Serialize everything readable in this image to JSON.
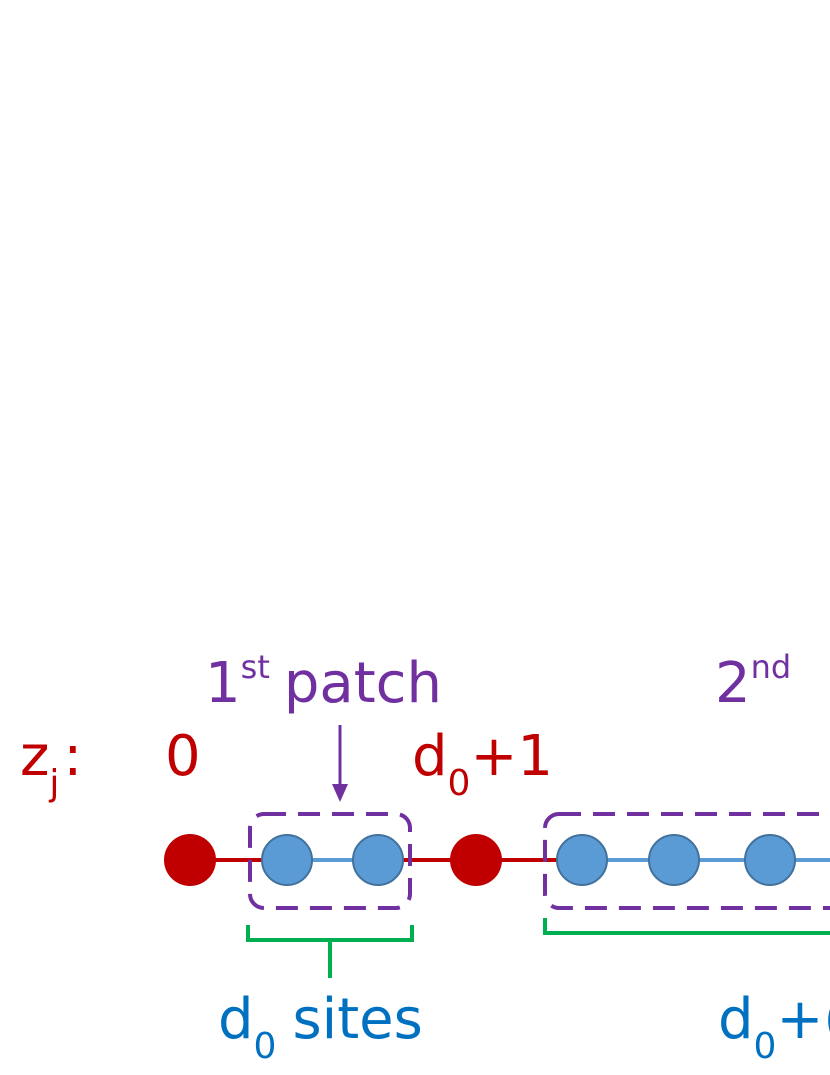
{
  "colors": {
    "background": "#ffffff",
    "red": "#c00000",
    "purple": "#7030a0",
    "blue_text": "#0070c0",
    "blue_fill": "#5b9bd5",
    "blue_stroke": "#41719c",
    "blue_line": "#5b9bd5",
    "green": "#00b050"
  },
  "labels": {
    "z_symbol": "z",
    "z_subscript": "j",
    "z_colon": ":",
    "zero": "0",
    "d0plus1_d": "d",
    "d0plus1_sub": "0",
    "d0plus1_rest": "+1",
    "patch1_num": "1",
    "patch1_sup": "st",
    "patch1_word": "patch",
    "patch2_num": "2",
    "patch2_sup": "nd",
    "sites1_d": "d",
    "sites1_sub": "0",
    "sites1_rest": "sites",
    "sites2_d": "d",
    "sites2_sub": "0",
    "sites2_rest": "+("
  }
}
